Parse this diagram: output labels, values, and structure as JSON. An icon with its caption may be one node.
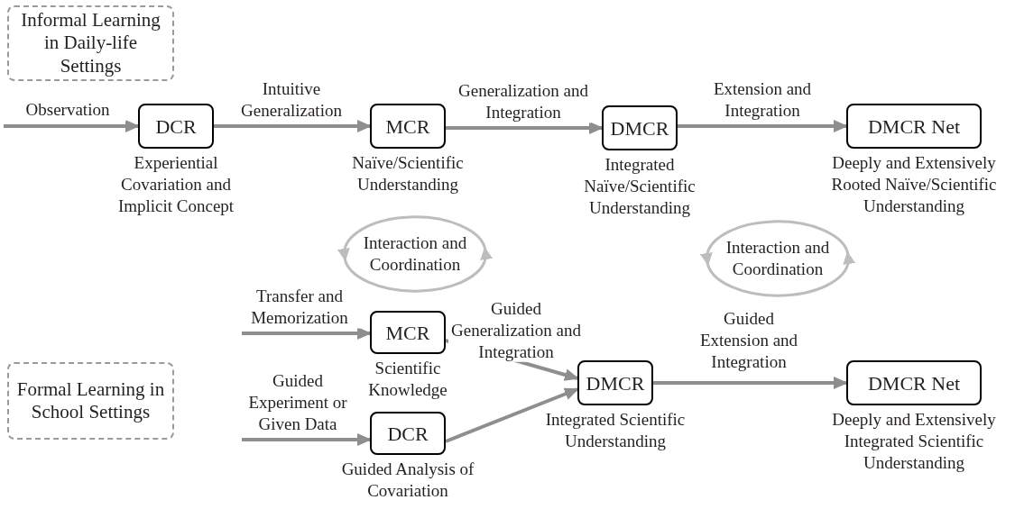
{
  "diagram": {
    "nodes": [
      {
        "text": [
          "Informal Learning in Daily-life Settings"
        ]
      },
      {
        "text": [
          "DCR"
        ],
        "beside": [
          "Experiential Covariation and Implicit Concept"
        ]
      },
      {
        "text": [
          "MCR"
        ],
        "beside": [
          "Naïve/Scientific Understanding"
        ]
      },
      {
        "text": [
          "DMCR"
        ],
        "beside": [
          "Integrated Naïve/Scientific Understanding"
        ]
      },
      {
        "text": [
          "DMCR Net"
        ],
        "beside": [
          "Deeply and Extensively Rooted Naïve/Scientific Understanding"
        ]
      },
      {
        "text": [
          "Interaction and Coordination"
        ]
      },
      {
        "text": [
          "Interaction and Coordination"
        ]
      },
      {
        "text": [
          "Formal Learning in School Settings"
        ]
      },
      {
        "text": [
          "MCR"
        ],
        "beside": [
          "Scientific Knowledge"
        ]
      },
      {
        "text": [
          "DCR"
        ],
        "beside": [
          "Guided Analysis of Covariation"
        ]
      },
      {
        "text": [
          "DMCR"
        ],
        "beside": [
          "Integrated Scientific Understanding"
        ]
      },
      {
        "text": [
          "DMCR Net"
        ],
        "beside": [
          "Deeply and Extensively Integrated Scientific Understanding"
        ]
      }
    ],
    "edges": [
      {
        "from": null,
        "to": 1,
        "arrow": "to",
        "label": "Observation"
      },
      {
        "from": 1,
        "to": 2,
        "arrow": "to",
        "label": "Intuitive Generalization"
      },
      {
        "from": 2,
        "to": 3,
        "arrow": "to",
        "label": "Generalization and Integration"
      },
      {
        "from": 3,
        "to": 4,
        "arrow": "to",
        "label": "Extension and Integration"
      },
      {
        "from": null,
        "to": 8,
        "arrow": "to",
        "label": "Transfer and Memorization"
      },
      {
        "from": null,
        "to": 9,
        "arrow": "to",
        "label": "Guided Experiment or Given Data"
      },
      {
        "from": 8,
        "to": 10,
        "arrow": "to",
        "label": "Guided Generalization and Integration"
      },
      {
        "from": 9,
        "to": 10,
        "arrow": "to"
      },
      {
        "from": 10,
        "to": 11,
        "arrow": "to",
        "label": "Guided Extension and Integration"
      }
    ]
  }
}
